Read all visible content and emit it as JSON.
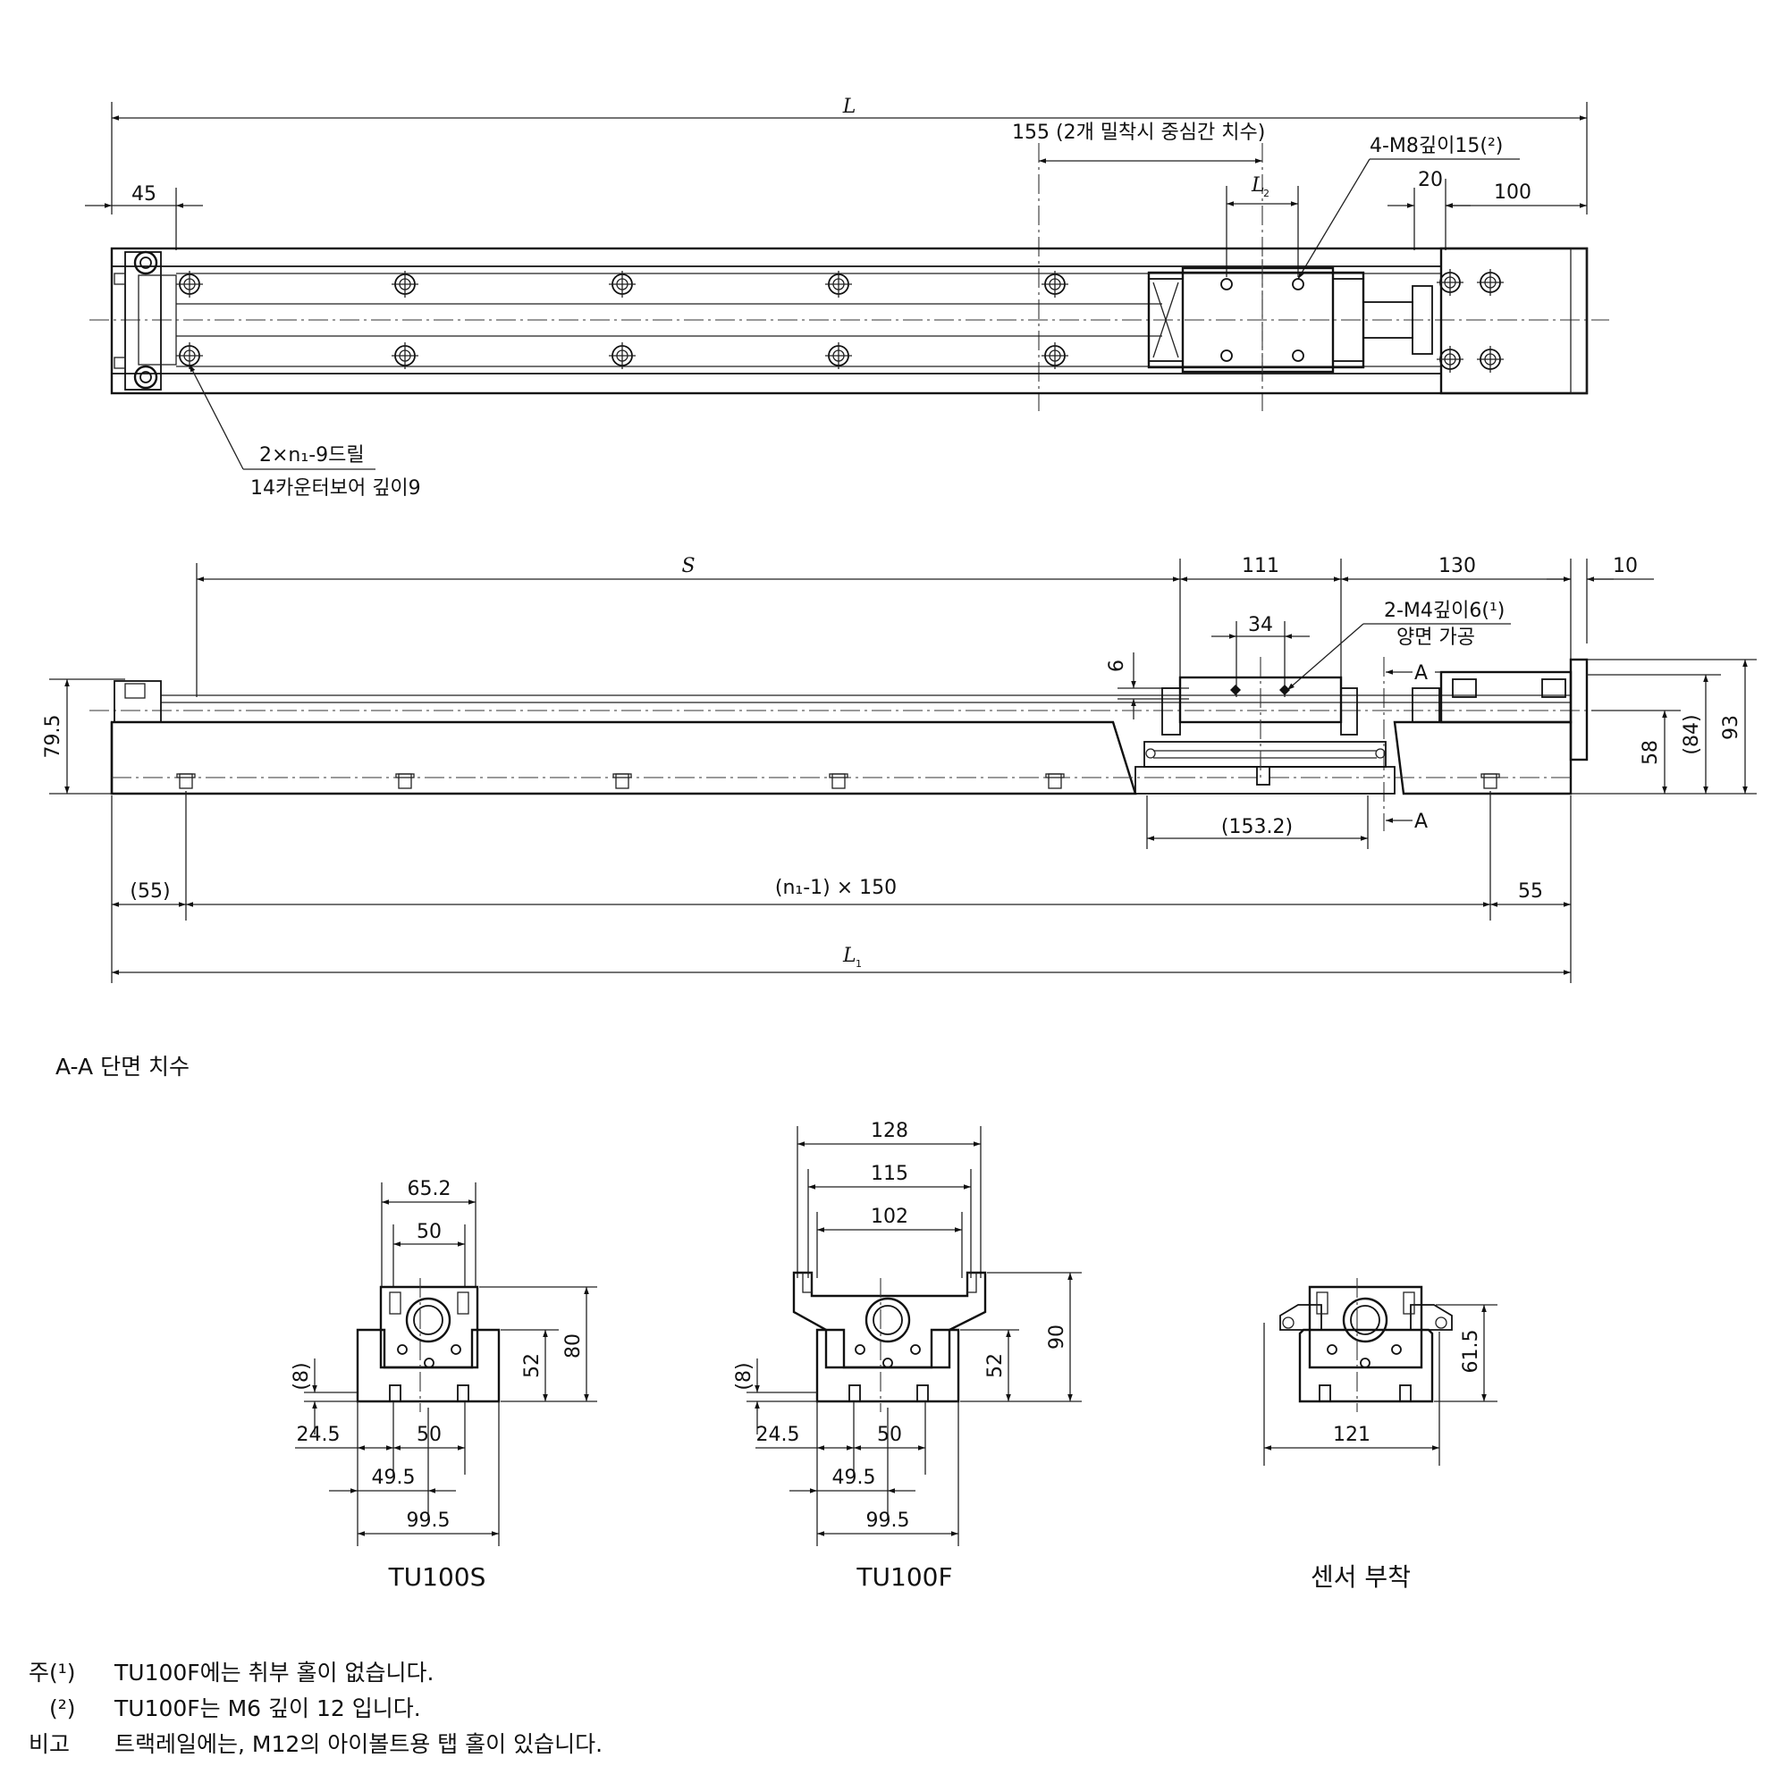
{
  "top_view": {
    "L": "L",
    "dim_45": "45",
    "pitch_note": "155  (2개 밀착시 중심간 치수)",
    "L2": "L",
    "L2_sub": "2",
    "tap_note": "4-M8깊이15(²)",
    "dim_20": "20",
    "dim_100": "100",
    "drill_note_line1": "2×n₁-9드릴",
    "drill_note_line2": "14카운터보어 깊이9"
  },
  "side_view": {
    "S": "S",
    "dim_111": "111",
    "dim_130": "130",
    "dim_10": "10",
    "dim_34": "34",
    "tap_note_line1": "2-M4깊이6(¹)",
    "tap_note_line2": "양면 가공",
    "dim_6": "6",
    "section_A_top": "A",
    "section_A_bottom": "A",
    "dim_79_5": "79.5",
    "dim_58": "58",
    "dim_84": "(84)",
    "dim_93": "93",
    "dim_153_2": "(153.2)",
    "dim_55_left": "(55)",
    "pitch_label": "(n₁-1) × 150",
    "dim_55_right": "55",
    "L1": "L",
    "L1_sub": "1"
  },
  "section": {
    "heading": "A-A 단면 치수",
    "tu100s": {
      "name": "TU100S",
      "d65_2": "65.2",
      "d50_top": "50",
      "d52": "52",
      "d80": "80",
      "d8": "(8)",
      "d24_5": "24.5",
      "d50_bot": "50",
      "d49_5": "49.5",
      "d99_5": "99.5"
    },
    "tu100f": {
      "name": "TU100F",
      "d128": "128",
      "d115": "115",
      "d102": "102",
      "d52": "52",
      "d90": "90",
      "d8": "(8)",
      "d24_5": "24.5",
      "d50": "50",
      "d49_5": "49.5",
      "d99_5": "99.5"
    },
    "sensor": {
      "name": "센서 부착",
      "d61_5": "61.5",
      "d121": "121"
    }
  },
  "notes": [
    {
      "prefix": "주(¹)",
      "text": "TU100F에는 취부 홀이 없습니다."
    },
    {
      "prefix": "(²)",
      "text": "TU100F는 M6 깊이 12 입니다."
    },
    {
      "prefix": "비고",
      "text": "트랙레일에는, M12의 아이볼트용 탭 홀이 있습니다."
    }
  ]
}
